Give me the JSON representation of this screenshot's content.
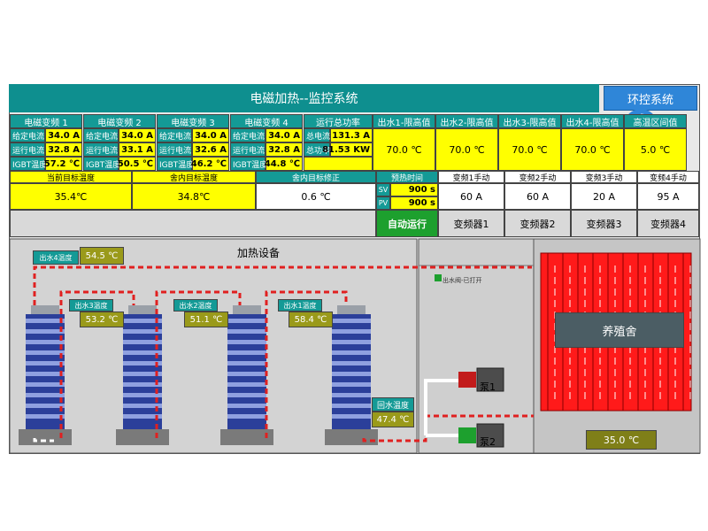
{
  "title": "电磁加热--监控系统",
  "env_button": "环控系统",
  "converters": [
    {
      "title": "电磁变频 1",
      "rows": [
        [
          "给定电流",
          "34.0 A"
        ],
        [
          "运行电流",
          "32.8 A"
        ],
        [
          "IGBT温度",
          "57.2 ℃"
        ]
      ]
    },
    {
      "title": "电磁变频 2",
      "rows": [
        [
          "给定电流",
          "34.0 A"
        ],
        [
          "运行电流",
          "33.1 A"
        ],
        [
          "IGBT温度",
          "50.5 ℃"
        ]
      ]
    },
    {
      "title": "电磁变频 3",
      "rows": [
        [
          "给定电流",
          "34.0 A"
        ],
        [
          "运行电流",
          "32.6 A"
        ],
        [
          "IGBT温度",
          "46.2 ℃"
        ]
      ]
    },
    {
      "title": "电磁变频 4",
      "rows": [
        [
          "给定电流",
          "34.0 A"
        ],
        [
          "运行电流",
          "32.8 A"
        ],
        [
          "IGBT温度",
          "44.8 ℃"
        ]
      ]
    }
  ],
  "power": {
    "title": "运行总功率",
    "rows": [
      [
        "总电流",
        "131.3 A"
      ],
      [
        "总功率",
        "81.53 KW"
      ]
    ]
  },
  "limits": [
    {
      "title": "出水1-限高值",
      "value": "70.0 ℃"
    },
    {
      "title": "出水2-限高值",
      "value": "70.0 ℃"
    },
    {
      "title": "出水3-限高值",
      "value": "70.0 ℃"
    },
    {
      "title": "出水4-限高值",
      "value": "70.0 ℃"
    },
    {
      "title": "高温区间值",
      "value": "5.0 ℃"
    }
  ],
  "row2": {
    "current_target_label": "当前目标温度",
    "current_target_value": "35.4℃",
    "room_target_label": "舍内目标温度",
    "room_target_value": "34.8℃",
    "room_correction_label": "舍内目标修正",
    "room_correction_value": "0.6 ℃",
    "preheat_label": "预热时间",
    "sv_label": "SV",
    "sv_value": "900 s",
    "pv_label": "PV",
    "pv_value": "900 s"
  },
  "manual": [
    {
      "title": "变频1手动",
      "value": "60 A",
      "button": "变频器1"
    },
    {
      "title": "变频2手动",
      "value": "60 A",
      "button": "变频器2"
    },
    {
      "title": "变频3手动",
      "value": "20 A",
      "button": "变频器3"
    },
    {
      "title": "变频4手动",
      "value": "95 A",
      "button": "变频器4"
    }
  ],
  "auto_run": "自动运行",
  "heating_label": "加热设备",
  "outlets": [
    {
      "label": "出水4温度",
      "value": "54.5 ℃"
    },
    {
      "label": "出水3温度",
      "value": "53.2 ℃"
    },
    {
      "label": "出水2温度",
      "value": "51.1 ℃"
    },
    {
      "label": "出水1温度",
      "value": "58.4 ℃"
    }
  ],
  "return_label": "回水温度",
  "return_value": "47.4 ℃",
  "valve_label": "出水阀-已打开",
  "pump1": "泵1",
  "pump2": "泵2",
  "barn_label": "养殖舍",
  "barn_temp": "35.0 ℃",
  "colors": {
    "teal": "#149a96",
    "yellow": "#ffff00",
    "pipe_red": "#e02020",
    "barn_red": "#ff1a1a",
    "accent_blue": "#2f86d8"
  }
}
